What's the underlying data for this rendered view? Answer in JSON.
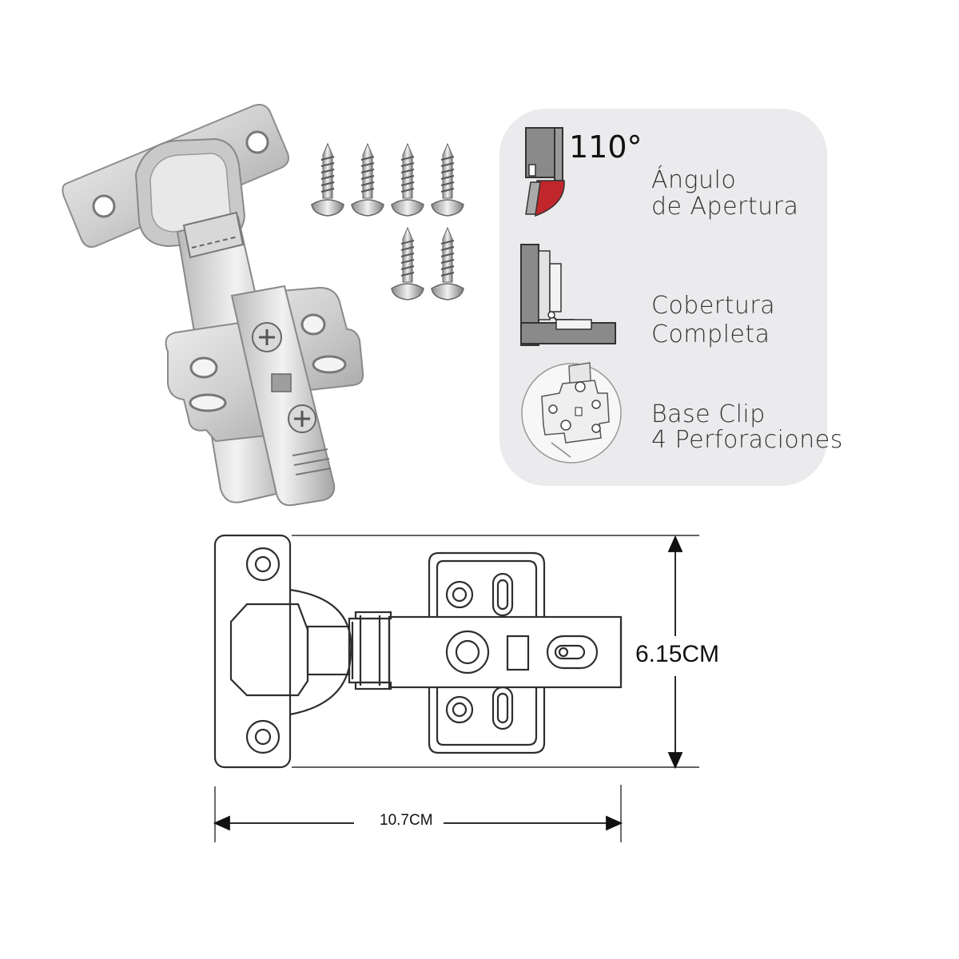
{
  "features": {
    "opening_angle": "110°",
    "items": [
      {
        "line1": "Ángulo",
        "line2": "de Apertura"
      },
      {
        "line1": "Cobertura",
        "line2": "Completa"
      },
      {
        "line1": "Base Clip",
        "line2": "4 Perforaciones"
      }
    ]
  },
  "dimensions": {
    "height": "6.15CM",
    "width": "10.7CM"
  },
  "colors": {
    "panel_bg": "#ebebed",
    "accent_red": "#c0262b",
    "steel_light": "#e2e2e2",
    "steel_dark": "#8a8a8a",
    "line": "#3a3a3a"
  }
}
